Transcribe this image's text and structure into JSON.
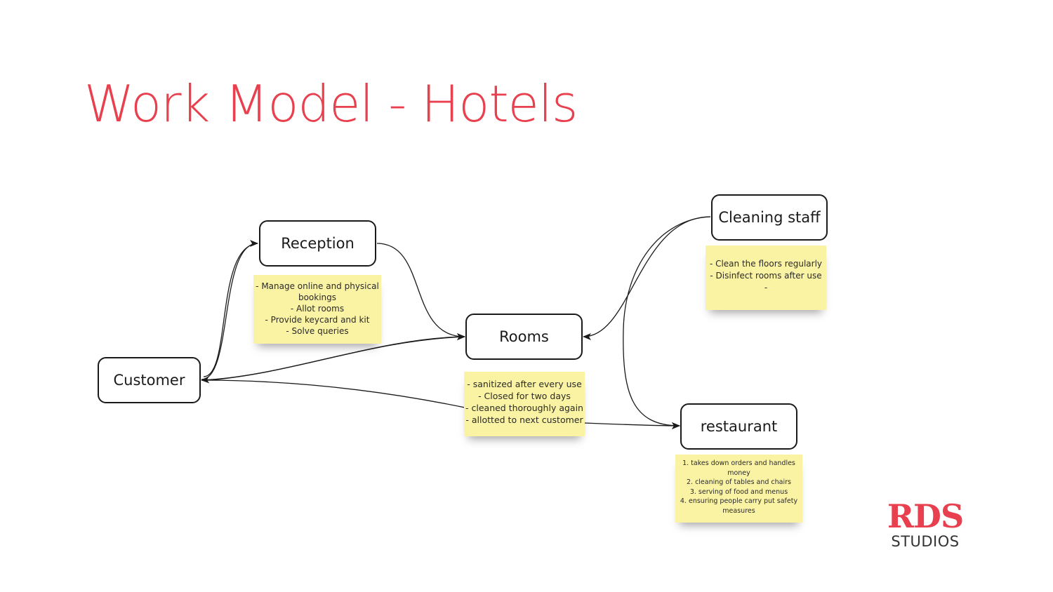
{
  "title": "Work Model - Hotels",
  "colors": {
    "title": "#e8404e",
    "sticky_note": "#fbf3a4",
    "node_border": "#1a1a1a"
  },
  "nodes": {
    "customer": "Customer",
    "reception": "Reception",
    "rooms": "Rooms",
    "cleaning_staff": "Cleaning staff",
    "restaurant": "restaurant"
  },
  "notes": {
    "reception": "- Manage online and physical\nbookings\n- Allot rooms\n- Provide keycard and kit\n- Solve queries",
    "cleaning_staff": "- Clean the floors regularly\n- Disinfect rooms after use\n-",
    "rooms": "- sanitized after every use\n- Closed for two days\n- cleaned thoroughly again\n- allotted to next customer",
    "restaurant": "1. takes down orders and handles\nmoney\n2. cleaning of tables and chairs\n3. serving of food and menus\n4. ensuring people carry put safety\nmeasures"
  },
  "edges": [
    {
      "from": "customer",
      "to": "reception"
    },
    {
      "from": "reception",
      "to": "rooms"
    },
    {
      "from": "rooms",
      "to": "customer"
    },
    {
      "from": "customer",
      "to": "rooms"
    },
    {
      "from": "customer",
      "to": "restaurant"
    },
    {
      "from": "cleaning_staff",
      "to": "rooms"
    },
    {
      "from": "cleaning_staff",
      "to": "restaurant"
    }
  ],
  "logo": {
    "mark": "RDS",
    "subtitle": "STUDIOS"
  }
}
